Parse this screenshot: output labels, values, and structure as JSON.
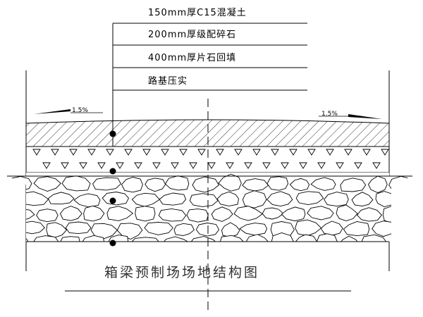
{
  "layers": [
    {
      "label": "150mm厚C15混凝土"
    },
    {
      "label": "200mm厚级配碎石"
    },
    {
      "label": "400mm厚片石回填"
    },
    {
      "label": "路基压实"
    }
  ],
  "slopes": {
    "left": "1.5%",
    "right": "1.5%"
  },
  "caption": "箱梁预制场场地结构图",
  "colors": {
    "line": "#000000",
    "caption": "#333333"
  }
}
